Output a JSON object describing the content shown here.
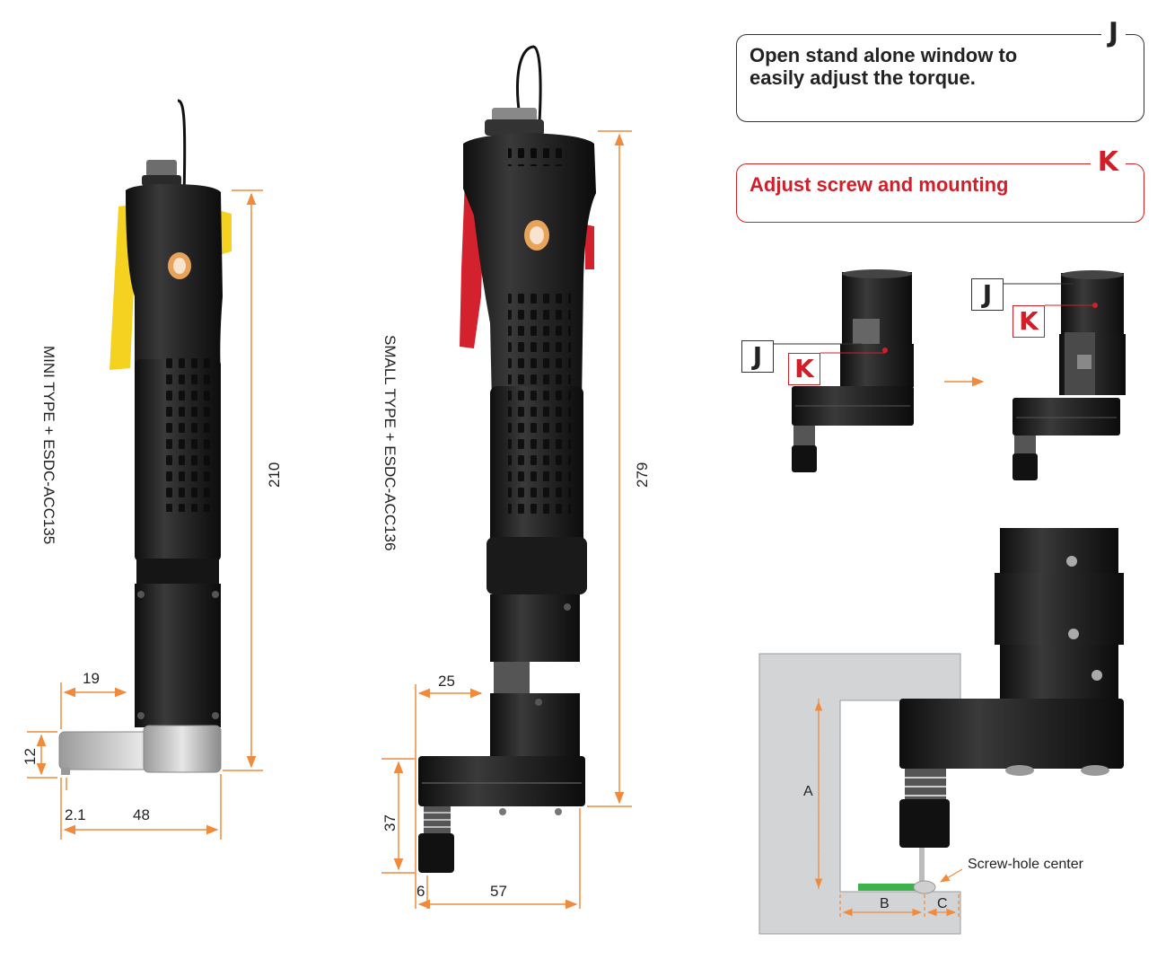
{
  "colors": {
    "accent_orange": "#f08a3c",
    "accent_red": "#d11f2a",
    "tool_body": "#1e1e1e",
    "trigger_yellow": "#f4d21f",
    "trigger_red": "#d3212d"
  },
  "callouts": {
    "J": {
      "letter": "J",
      "text": "Open stand alone window to easily adjust the torque."
    },
    "K": {
      "letter": "K",
      "text": "Adjust screw and mounting"
    }
  },
  "mini": {
    "type_label": "MINI TYPE + ESDC-ACC135",
    "dims": {
      "height": "210",
      "side": "19",
      "thickness": "12",
      "offset": "2.1",
      "length": "48"
    }
  },
  "small": {
    "type_label": "SMALL TYPE + ESDC-ACC136",
    "dims": {
      "height": "279",
      "side": "25",
      "bit": "37",
      "offset": "6",
      "length": "57"
    }
  },
  "detail": {
    "tag_j": "J",
    "tag_k": "K",
    "arrow_icon": "right-arrow-icon"
  },
  "mounting": {
    "label_a": "A",
    "label_b": "B",
    "label_c": "C",
    "screw_hole_label": "Screw-hole center"
  }
}
